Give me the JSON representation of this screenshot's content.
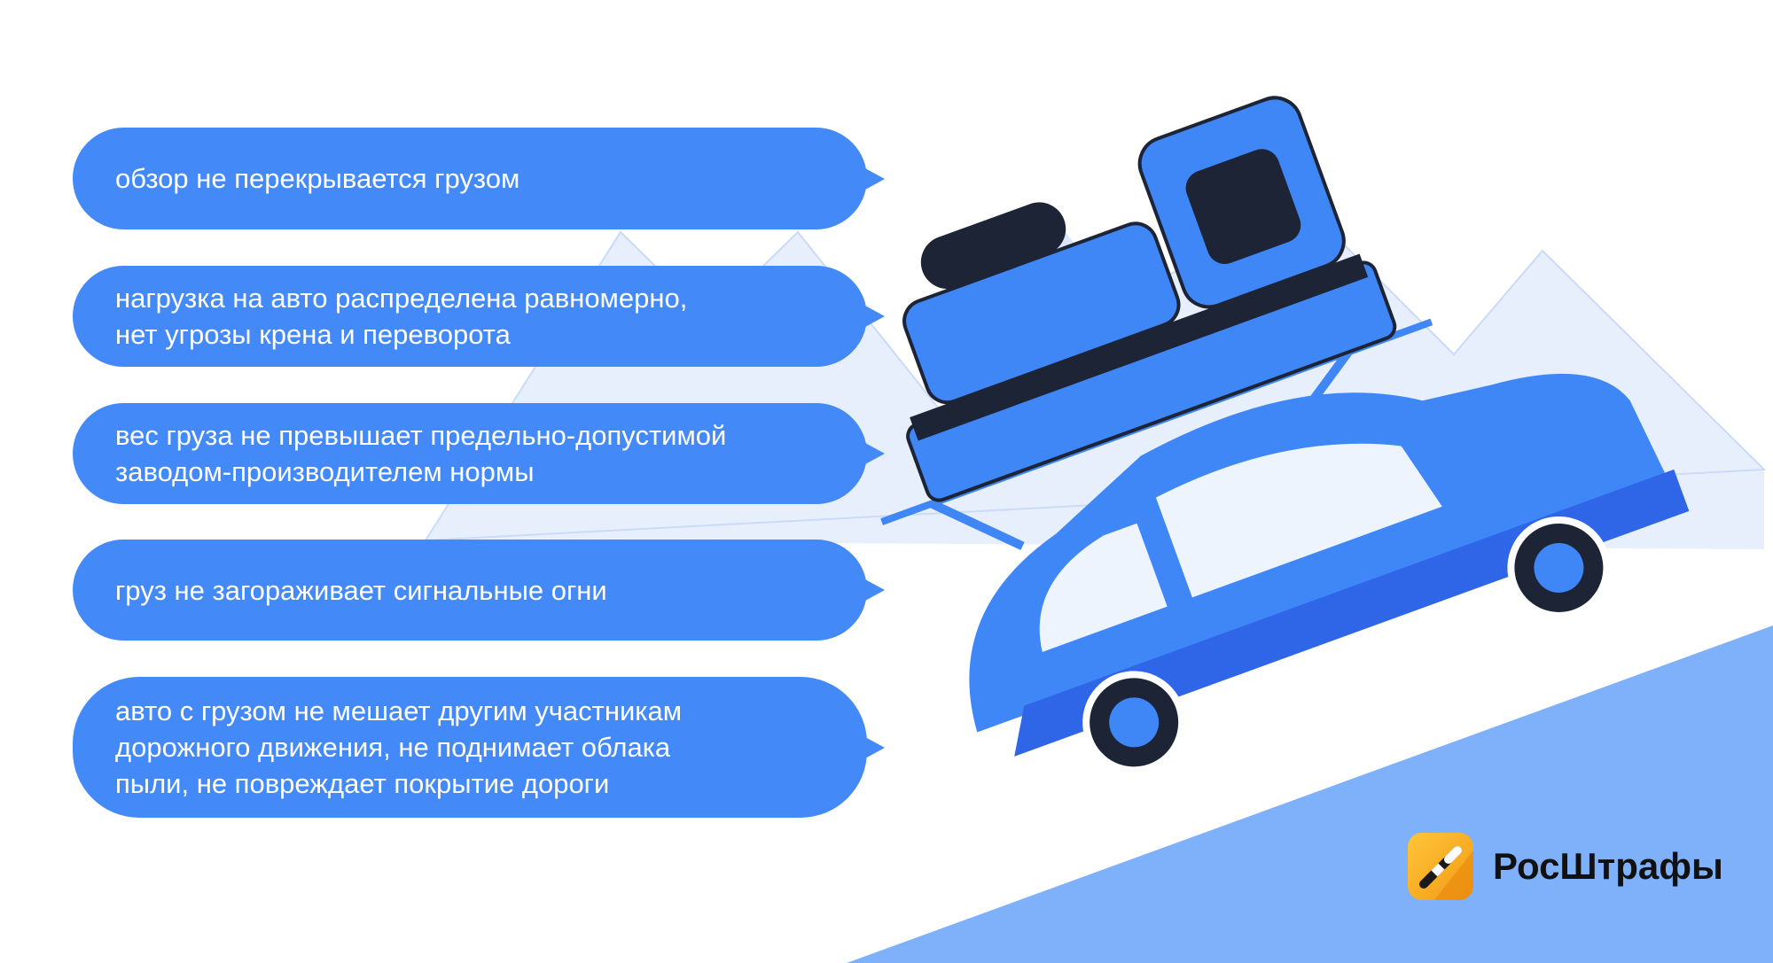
{
  "checklist": [
    {
      "lines": [
        "обзор не перекрывается грузом"
      ]
    },
    {
      "lines": [
        "нагрузка на авто распределена равномерно,",
        "нет угрозы крена и переворота"
      ]
    },
    {
      "lines": [
        "вес груза не превышает предельно-допустимой",
        "заводом-производителем нормы"
      ]
    },
    {
      "lines": [
        "груз не загораживает сигнальные огни"
      ]
    },
    {
      "lines": [
        "авто с грузом не мешает другим участникам",
        "дорожного движения, не поднимает облака",
        "пыли, не повреждает покрытие дороги"
      ]
    }
  ],
  "brand": {
    "name": "РосШтрафы",
    "icon": "barrier-icon"
  },
  "colors": {
    "bubble": "#438af8",
    "road": "#7fb1fb",
    "car": "#3f86f7",
    "cargo_dark": "#1d2436"
  }
}
